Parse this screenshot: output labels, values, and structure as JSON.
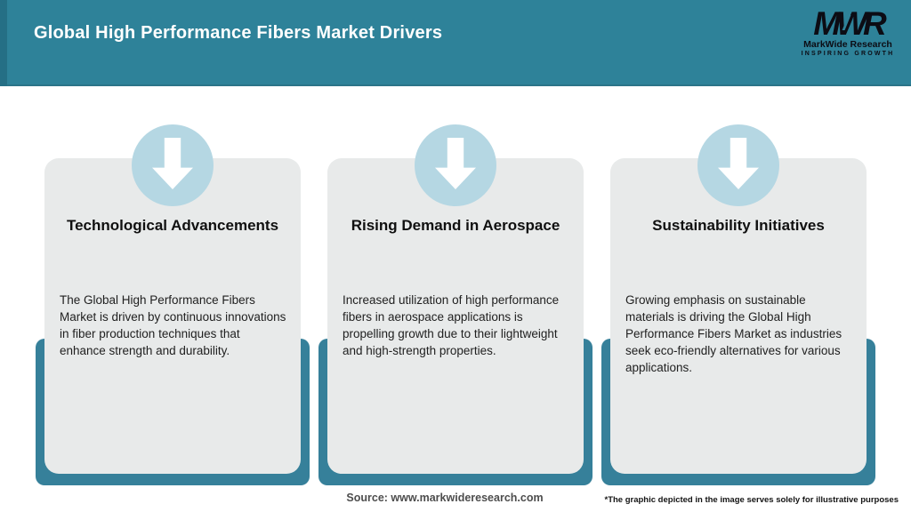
{
  "header": {
    "title": "Global High Performance Fibers Market Drivers",
    "logo": {
      "acronym": "MWR",
      "name": "MarkWide Research",
      "tagline": "INSPIRING GROWTH"
    }
  },
  "cards": [
    {
      "icon": "down-arrow-icon",
      "title": "Technological Advancements",
      "body": "The Global High Performance Fibers Market is driven by continuous innovations in fiber production techniques that enhance strength and durability."
    },
    {
      "icon": "down-arrow-icon",
      "title": "Rising Demand in Aerospace",
      "body": "Increased utilization of high performance fibers in aerospace applications is propelling growth due to their lightweight and high-strength properties."
    },
    {
      "icon": "down-arrow-icon",
      "title": "Sustainability Initiatives",
      "body": "Growing emphasis on sustainable materials is driving the Global High Performance Fibers Market as industries seek eco-friendly alternatives for various applications."
    }
  ],
  "footer": {
    "source": "Source: www.markwideresearch.com",
    "disclaimer": "*The graphic depicted in the image serves solely for illustrative purposes"
  },
  "colors": {
    "header_teal": "#2E8299",
    "shell_teal": "#36809A",
    "circle_blue": "#B5D7E3",
    "card_gray": "#E8EAEA"
  }
}
